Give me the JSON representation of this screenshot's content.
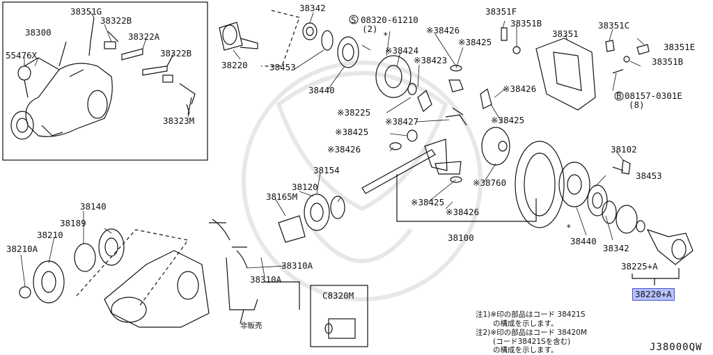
{
  "diagram_id": "J38000QW",
  "highlight_label": "38220+A",
  "not_sold_label": "非販売",
  "kit_label": "C8320M",
  "notes": [
    "注1)※印の部品はコード 38421S",
    "の構成を示します。",
    "注2)※印の部品はコード 38420M",
    "(コード38421Sを含む)",
    "の構成を示します。"
  ],
  "inset_labels": {
    "a38351G": "38351G",
    "a38322B_1": "38322B",
    "a38300": "38300",
    "a38322A": "38322A",
    "a55476X": "55476X",
    "a38322B_2": "38322B",
    "a38323M": "38323M"
  },
  "labels": {
    "a38342_top": "38342",
    "a08320": "08320-61210",
    "a08320_qty": "(2)",
    "a38351F": "38351F",
    "a38351B_1": "38351B",
    "a38351": "38351",
    "a38351C": "38351C",
    "a38426_1": "※38426",
    "a38424": "※38424",
    "a38425_1": "※38425",
    "a38351E": "38351E",
    "a38220": "38220",
    "a38453_top": "38453",
    "a38423": "※38423",
    "a38351B_2": "38351B",
    "a38440_top": "38440",
    "a38426_2": "※38426",
    "a08157": "08157-0301E",
    "a08157_qty": "(8)",
    "a38225": "※38225",
    "a38427": "※38427",
    "a38425_2": "※38425",
    "a38425_3": "※38425",
    "a38426_3": "※38426",
    "a38102": "38102",
    "a38154": "38154",
    "a38760": "※38760",
    "a38120": "38120",
    "a38165M": "38165M",
    "a38453_r": "38453",
    "a38140": "38140",
    "a38425_4": "※38425",
    "a38426_4": "※38426",
    "a38189": "38189",
    "a38210": "38210",
    "a38100": "38100",
    "a38440_r": "38440",
    "a38342_r": "38342",
    "a38210A": "38210A",
    "a38310A_1": "38310A",
    "a38225A": "38225+A",
    "a38310A_2": "38310A"
  },
  "marks": {
    "star": "*",
    "circle_s": "S",
    "circle_b": "B"
  }
}
